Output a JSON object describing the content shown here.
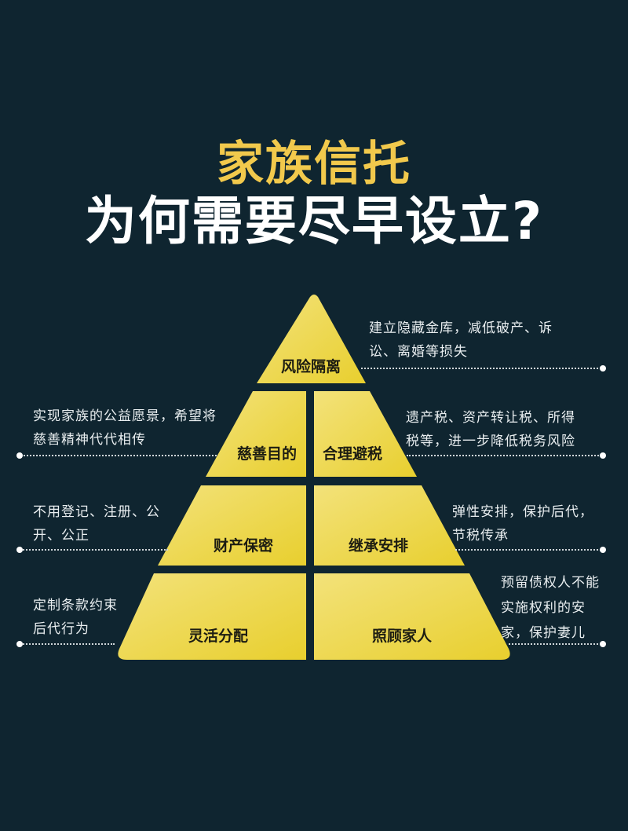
{
  "title": {
    "line1": "家族信托",
    "line2": "为何需要尽早设立?"
  },
  "colors": {
    "background": "#0f2530",
    "accent_yellow": "#f2c94c",
    "pyramid_yellow": "#ecd647",
    "text_white": "#ffffff"
  },
  "pyramid": {
    "top": {
      "label": "风险隔离",
      "desc": "建立隐藏金库，减低破产、诉讼、离婚等损失",
      "desc_lines": [
        "建立隐藏金库，减低破产、诉",
        "讼、离婚等损失"
      ]
    },
    "row2": {
      "left": {
        "label": "慈善目的",
        "desc_lines": [
          "实现家族的公益愿景，希望将",
          "慈善精神代代相传"
        ]
      },
      "right": {
        "label": "合理避税",
        "desc_lines": [
          "遗产税、资产转让税、所得",
          "税等，进一步降低税务风险"
        ]
      }
    },
    "row3": {
      "left": {
        "label": "财产保密",
        "desc_lines": [
          "不用登记、注册、公",
          "开、公正"
        ]
      },
      "right": {
        "label": "继承安排",
        "desc_lines": [
          "弹性安排，保护后代，",
          "节税传承"
        ]
      }
    },
    "row4": {
      "left": {
        "label": "灵活分配",
        "desc_lines": [
          "定制条款约束",
          "后代行为"
        ]
      },
      "right": {
        "label": "照顾家人",
        "desc_lines": [
          "预留债权人不能",
          "实施权利的安",
          "家，保护妻儿"
        ]
      }
    }
  }
}
